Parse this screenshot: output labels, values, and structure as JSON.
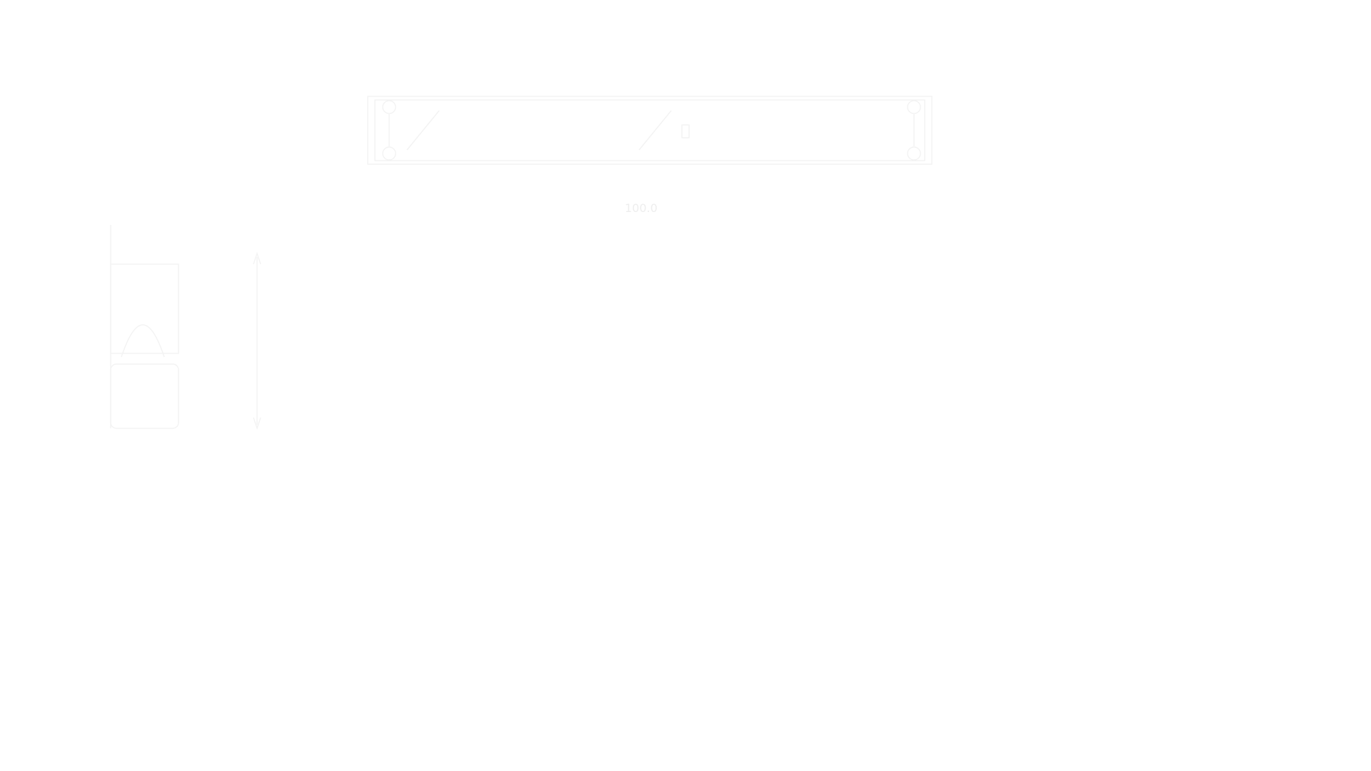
{
  "drawing": {
    "type": "technical-multiview-drawing",
    "stroke_color": "#f3f3f3",
    "background": "#ffffff",
    "views": [
      {
        "name": "top-view",
        "label": ""
      },
      {
        "name": "side-view",
        "label": ""
      },
      {
        "name": "front-view",
        "label": ""
      },
      {
        "name": "front-view-lower",
        "label": ""
      },
      {
        "name": "rear-panel-view",
        "label": ""
      }
    ],
    "dimensions": {
      "front_width": "100.0",
      "side_height": "",
      "side_width": "",
      "lower_height": ""
    }
  }
}
